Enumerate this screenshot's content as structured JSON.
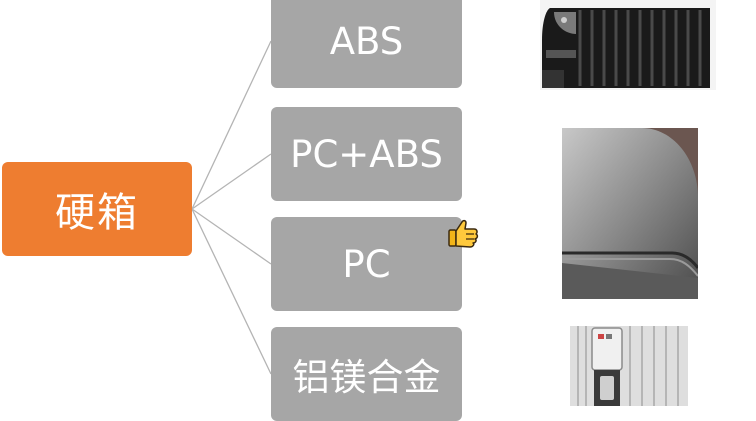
{
  "colors": {
    "root_fill": "#ee7d30",
    "node_fill": "#a6a6a6",
    "connector": "#b4b4b4",
    "text": "#ffffff"
  },
  "root": {
    "label": "硬箱"
  },
  "materials": [
    {
      "label": "ABS"
    },
    {
      "label": "PC+ABS"
    },
    {
      "label": "PC",
      "badge_icon": "thumbs-up-icon"
    },
    {
      "label": "铝镁合金"
    }
  ],
  "photos": [
    {
      "depicts": "abs-suitcase-corner"
    },
    {
      "depicts": "pc-suitcase-corner"
    },
    {
      "depicts": "aluminum-suitcase-lock"
    }
  ]
}
